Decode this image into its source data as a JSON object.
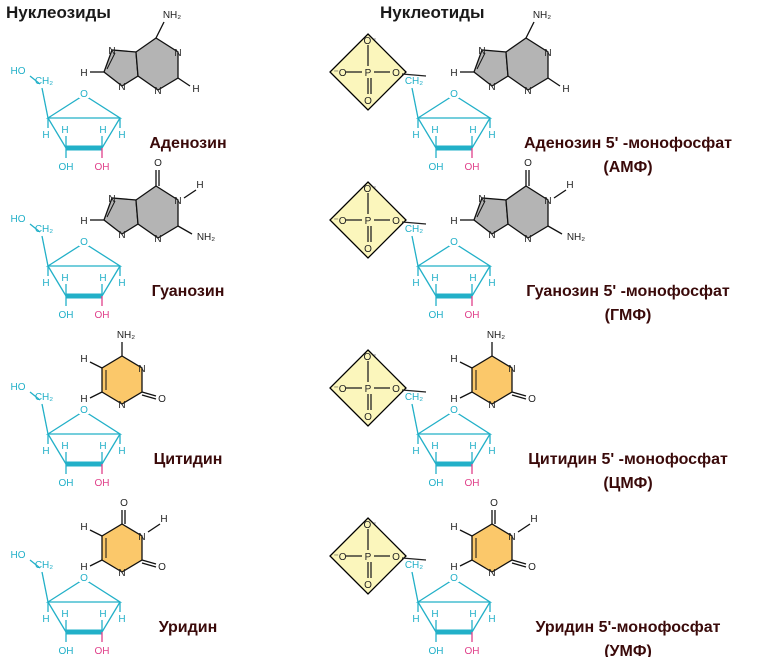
{
  "headers": {
    "nucleosides": "Нуклеозиды",
    "nucleotides": "Нуклеотиды"
  },
  "nucleosides": [
    {
      "name": "Аденозин",
      "base": "purine-amino"
    },
    {
      "name": "Гуанозин",
      "base": "purine-oxo"
    },
    {
      "name": "Цитидин",
      "base": "pyrimidine-amino"
    },
    {
      "name": "Уридин",
      "base": "pyrimidine-oxo"
    }
  ],
  "nucleotides": [
    {
      "name_line1": "Аденозин 5' -монофосфат",
      "name_line2": "(АМФ)",
      "base": "purine-amino"
    },
    {
      "name_line1": "Гуанозин 5' -монофосфат",
      "name_line2": "(ГМФ)",
      "base": "purine-oxo"
    },
    {
      "name_line1": "Цитидин 5' -монофосфат",
      "name_line2": "(ЦМФ)",
      "base": "pyrimidine-amino"
    },
    {
      "name_line1": "Уридин 5'-монофосфат",
      "name_line2": "(УМФ)",
      "base": "pyrimidine-oxo"
    }
  ],
  "labels": {
    "ho": "HO",
    "ch2": "CH₂",
    "h": "H",
    "oh": "OH",
    "o": "O",
    "n": "N",
    "nh2": "NH₂",
    "p": "P",
    "o_minus": "⁻O",
    "phosphate_o_top": "O⁻",
    "phosphate_o_left": "⁻O",
    "phosphate_o_right": "O",
    "phosphate_o_bottom": "O"
  },
  "colors": {
    "sugar": "#22b0c8",
    "hydroxyl": "#e0408a",
    "purine_fill": "#b4b4b4",
    "pyrimidine_fill": "#fbc86a",
    "phosphate_fill": "#fbf6bc",
    "text": "#3a0a0a"
  }
}
